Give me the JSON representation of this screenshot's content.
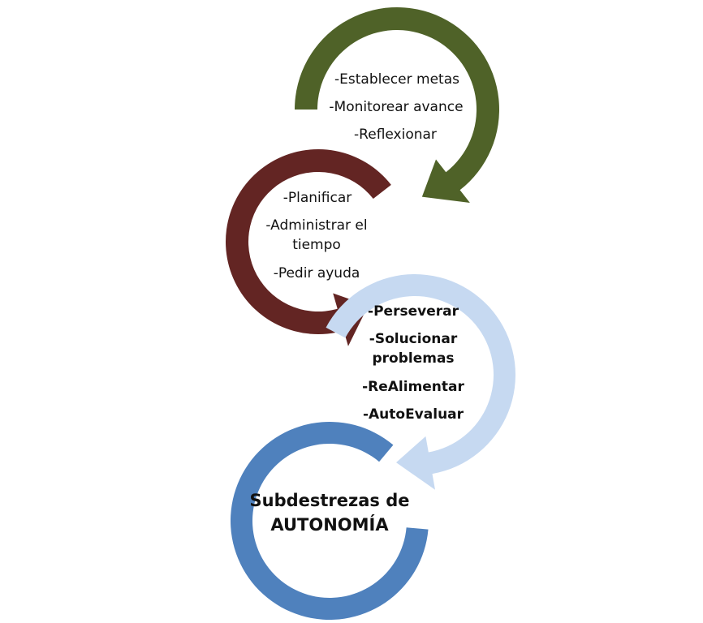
{
  "colors": {
    "green": "#4f6228",
    "maroon": "#632523",
    "light_blue": "#c6d9f1",
    "blue": "#4f81bd"
  },
  "steps": [
    {
      "color": "green",
      "lines": [
        "-Establecer metas",
        "-Monitorear avance",
        "-Reflexionar"
      ]
    },
    {
      "color": "maroon",
      "lines": [
        "-Planificar",
        "-Administrar el",
        "tiempo",
        "-Pedir ayuda"
      ]
    },
    {
      "color": "light_blue",
      "lines": [
        "-Perseverar",
        "-Solucionar",
        "problemas",
        "-ReAlimentar",
        "-AutoEvaluar"
      ]
    }
  ],
  "center": {
    "line1": "Subdestrezas de",
    "line2": "AUTONOMÍA"
  }
}
